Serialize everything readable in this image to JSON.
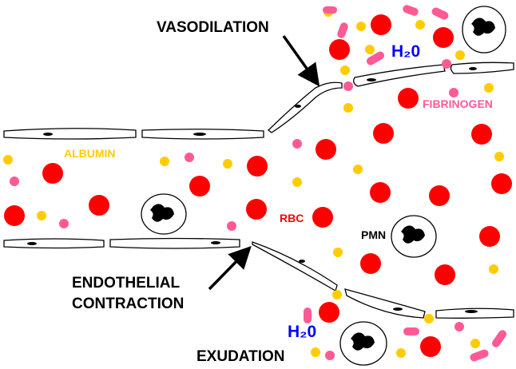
{
  "labels": {
    "vasodilation": "VASODILATION",
    "h2o_top": "H₂0",
    "fibrinogen": "FIBRINOGEN",
    "albumin": "ALBUMIN",
    "rbc": "RBC",
    "pmn": "PMN",
    "endothelial_line1": "ENDOTHELIAL",
    "endothelial_line2": "CONTRACTION",
    "h2o_bottom": "H₂0",
    "exudation": "EXUDATION"
  },
  "colors": {
    "rbc": "#ff0000",
    "albumin": "#ffcc00",
    "fibrinogen": "#ff5a96",
    "water": "#0000ff"
  }
}
